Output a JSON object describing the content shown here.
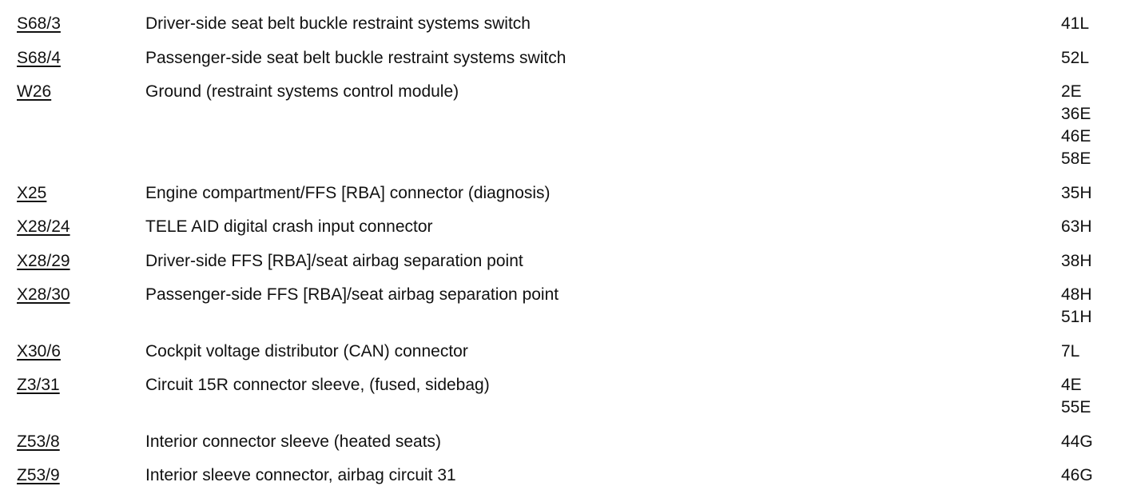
{
  "legend": {
    "rows": [
      {
        "code": "S68/3",
        "description": "Driver-side seat belt buckle restraint systems switch",
        "locations": [
          "41L"
        ]
      },
      {
        "code": "S68/4",
        "description": "Passenger-side seat belt buckle restraint systems switch",
        "locations": [
          "52L"
        ]
      },
      {
        "code": "W26",
        "description": "Ground (restraint systems control module)",
        "locations": [
          "2E",
          "36E",
          "46E",
          "58E"
        ]
      },
      {
        "code": "X25",
        "description": "Engine compartment/FFS [RBA] connector (diagnosis)",
        "locations": [
          "35H"
        ]
      },
      {
        "code": "X28/24",
        "description": "TELE AID digital crash input connector",
        "locations": [
          "63H"
        ]
      },
      {
        "code": "X28/29",
        "description": "Driver-side FFS [RBA]/seat airbag separation point",
        "locations": [
          "38H"
        ]
      },
      {
        "code": "X28/30",
        "description": "Passenger-side FFS [RBA]/seat airbag separation point",
        "locations": [
          "48H",
          "51H"
        ]
      },
      {
        "code": "X30/6",
        "description": "Cockpit voltage distributor (CAN) connector",
        "locations": [
          "7L"
        ]
      },
      {
        "code": "Z3/31",
        "description": "Circuit 15R connector sleeve, (fused, sidebag)",
        "locations": [
          "4E",
          "55E"
        ]
      },
      {
        "code": "Z53/8",
        "description": "Interior connector sleeve (heated seats)",
        "locations": [
          "44G"
        ]
      },
      {
        "code": "Z53/9",
        "description": "Interior sleeve connector, airbag circuit 31",
        "locations": [
          "46G"
        ]
      }
    ]
  }
}
